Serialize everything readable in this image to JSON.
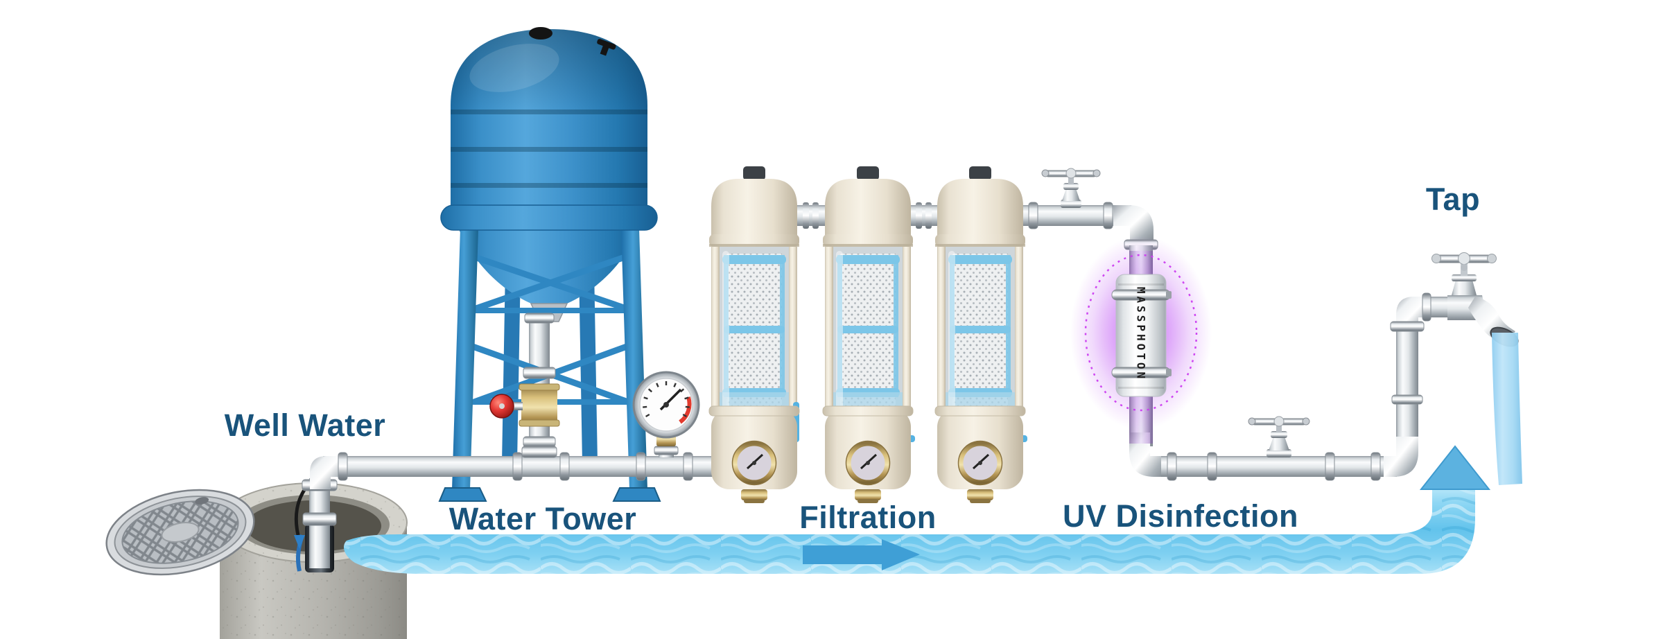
{
  "diagram": {
    "type": "process-illustration",
    "subject": "Well water treatment system flow",
    "flow_direction": "left-to-right",
    "stages": [
      {
        "id": "well-water",
        "label": "Well Water"
      },
      {
        "id": "water-tower",
        "label": "Water Tower"
      },
      {
        "id": "filtration",
        "label": "Filtration"
      },
      {
        "id": "uv-disinfection",
        "label": "UV Disinfection"
      },
      {
        "id": "tap",
        "label": "Tap"
      }
    ],
    "uv_unit": {
      "brand": "MASSPHOTON",
      "glow_color": "#c86af0"
    },
    "equipment_counts": {
      "filter_canisters": 3,
      "pressure_gauges": 4,
      "hand_valves": 3
    },
    "colors": {
      "label_text": "#19537b",
      "tank_blue": "#3f93cc",
      "water_flow": "#63c3ec",
      "flow_arrow": "#3f9fd6",
      "filter_housing_cream": "#ece4d2",
      "filter_cage_blue": "#7cc6e8",
      "pipe_silver": "#c8cdd2",
      "valve_handle_red": "#e53935",
      "brass": "#d9c07c",
      "concrete_gray": "#b7b6b0",
      "tap_stream": "#a5d9f4"
    }
  }
}
